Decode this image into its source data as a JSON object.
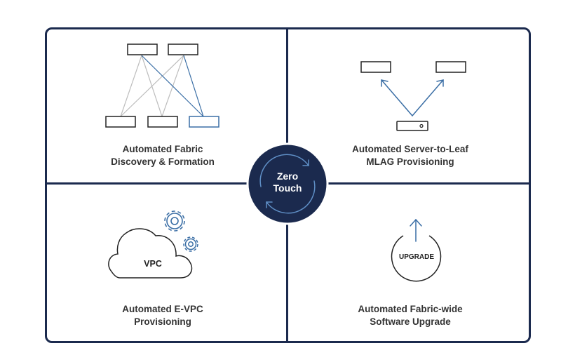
{
  "center": {
    "line1": "Zero",
    "line2": "Touch"
  },
  "quadrants": [
    {
      "line1": "Automated Fabric",
      "line2": "Discovery & Formation"
    },
    {
      "line1": "Automated Server-to-Leaf",
      "line2": "MLAG Provisioning"
    },
    {
      "line1": "Automated E-VPC",
      "line2": "Provisioning"
    },
    {
      "line1": "Automated Fabric-wide",
      "line2": "Software Upgrade"
    }
  ],
  "icons": {
    "cloud_label": "VPC",
    "upgrade_label": "UPGRADE"
  },
  "colors": {
    "navy": "#1b2a4e",
    "accent_blue": "#3a6ea5",
    "gray_line": "#bdbdbd",
    "text": "#333333"
  }
}
